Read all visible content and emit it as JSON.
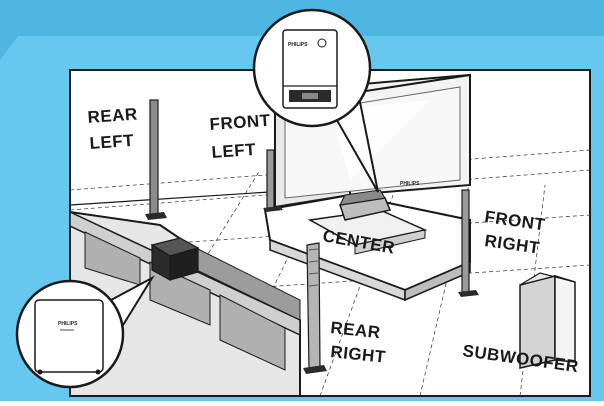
{
  "diagram": {
    "colors": {
      "frame_blue": "#66c7ef",
      "line": "#1a1a1a",
      "floor_fill": "#ffffff",
      "dark_fill": "#2b2b2b",
      "mid_gray": "#8a8a8a",
      "light_gray": "#dcdcdc"
    },
    "labels": {
      "rear_left_1": "REAR",
      "rear_left_2": "LEFT",
      "front_left_1": "FRONT",
      "front_left_2": "LEFT",
      "center": "CENTER",
      "front_right_1": "FRONT",
      "front_right_2": "RIGHT",
      "rear_right_1": "REAR",
      "rear_right_2": "RIGHT",
      "subwoofer": "SUBWOOFER"
    },
    "brand": {
      "tv": "PHILIPS",
      "top_callout": "PHILIPS",
      "sub_callout": "PHILIPS"
    }
  }
}
